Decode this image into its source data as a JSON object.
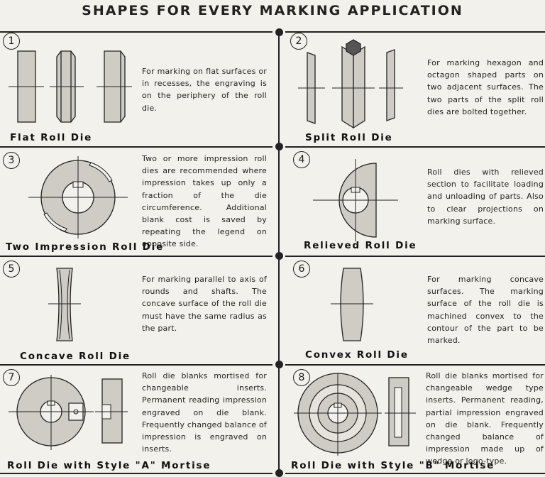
{
  "title": "SHAPES FOR EVERY MARKING APPLICATION",
  "panels": [
    {
      "number": "1",
      "label": "Flat Roll Die",
      "description": "For marking on flat surfaces or in recesses, the engraving is on the periphery of the roll die."
    },
    {
      "number": "2",
      "label": "Split Roll Die",
      "description": "For marking hexagon and octagon shaped parts on two adjacent surfaces. The two parts of the split roll dies are bolted together."
    },
    {
      "number": "3",
      "label": "Two Impression Roll Die",
      "description": "Two or more impression roll dies are recommended where impression takes up only a fraction of the die circumference. Additional blank cost is saved by repeating the legend on opposite side."
    },
    {
      "number": "4",
      "label": "Relieved Roll Die",
      "description": "Roll dies with relieved section to facilitate loading and unloading of parts. Also to clear projections on marking surface."
    },
    {
      "number": "5",
      "label": "Concave Roll Die",
      "description": "For marking parallel to axis of rounds and shafts. The concave surface of the roll die must have the same radius as the part."
    },
    {
      "number": "6",
      "label": "Convex Roll Die",
      "description": "For marking concave surfaces. The marking surface of the roll die is machined convex to the contour of the part to be marked."
    },
    {
      "number": "7",
      "label": "Roll Die with Style \"A\" Mortise",
      "description": "Roll die blanks mortised for changeable inserts. Permanent reading impression engraved on die blank. Frequently changed balance of impression is engraved on inserts."
    },
    {
      "number": "8",
      "label": "Roll Die with Style \"B\" Mortise",
      "description": "Roll die blanks mortised for changeable wedge type inserts. Permanent reading, partial impression engraved on die blank. Frequently changed balance of impression made up of wedge or logo-type."
    }
  ],
  "colors": {
    "ink": "#222222",
    "paper": "#f3f1ec",
    "shade": "#c9c6bf"
  }
}
